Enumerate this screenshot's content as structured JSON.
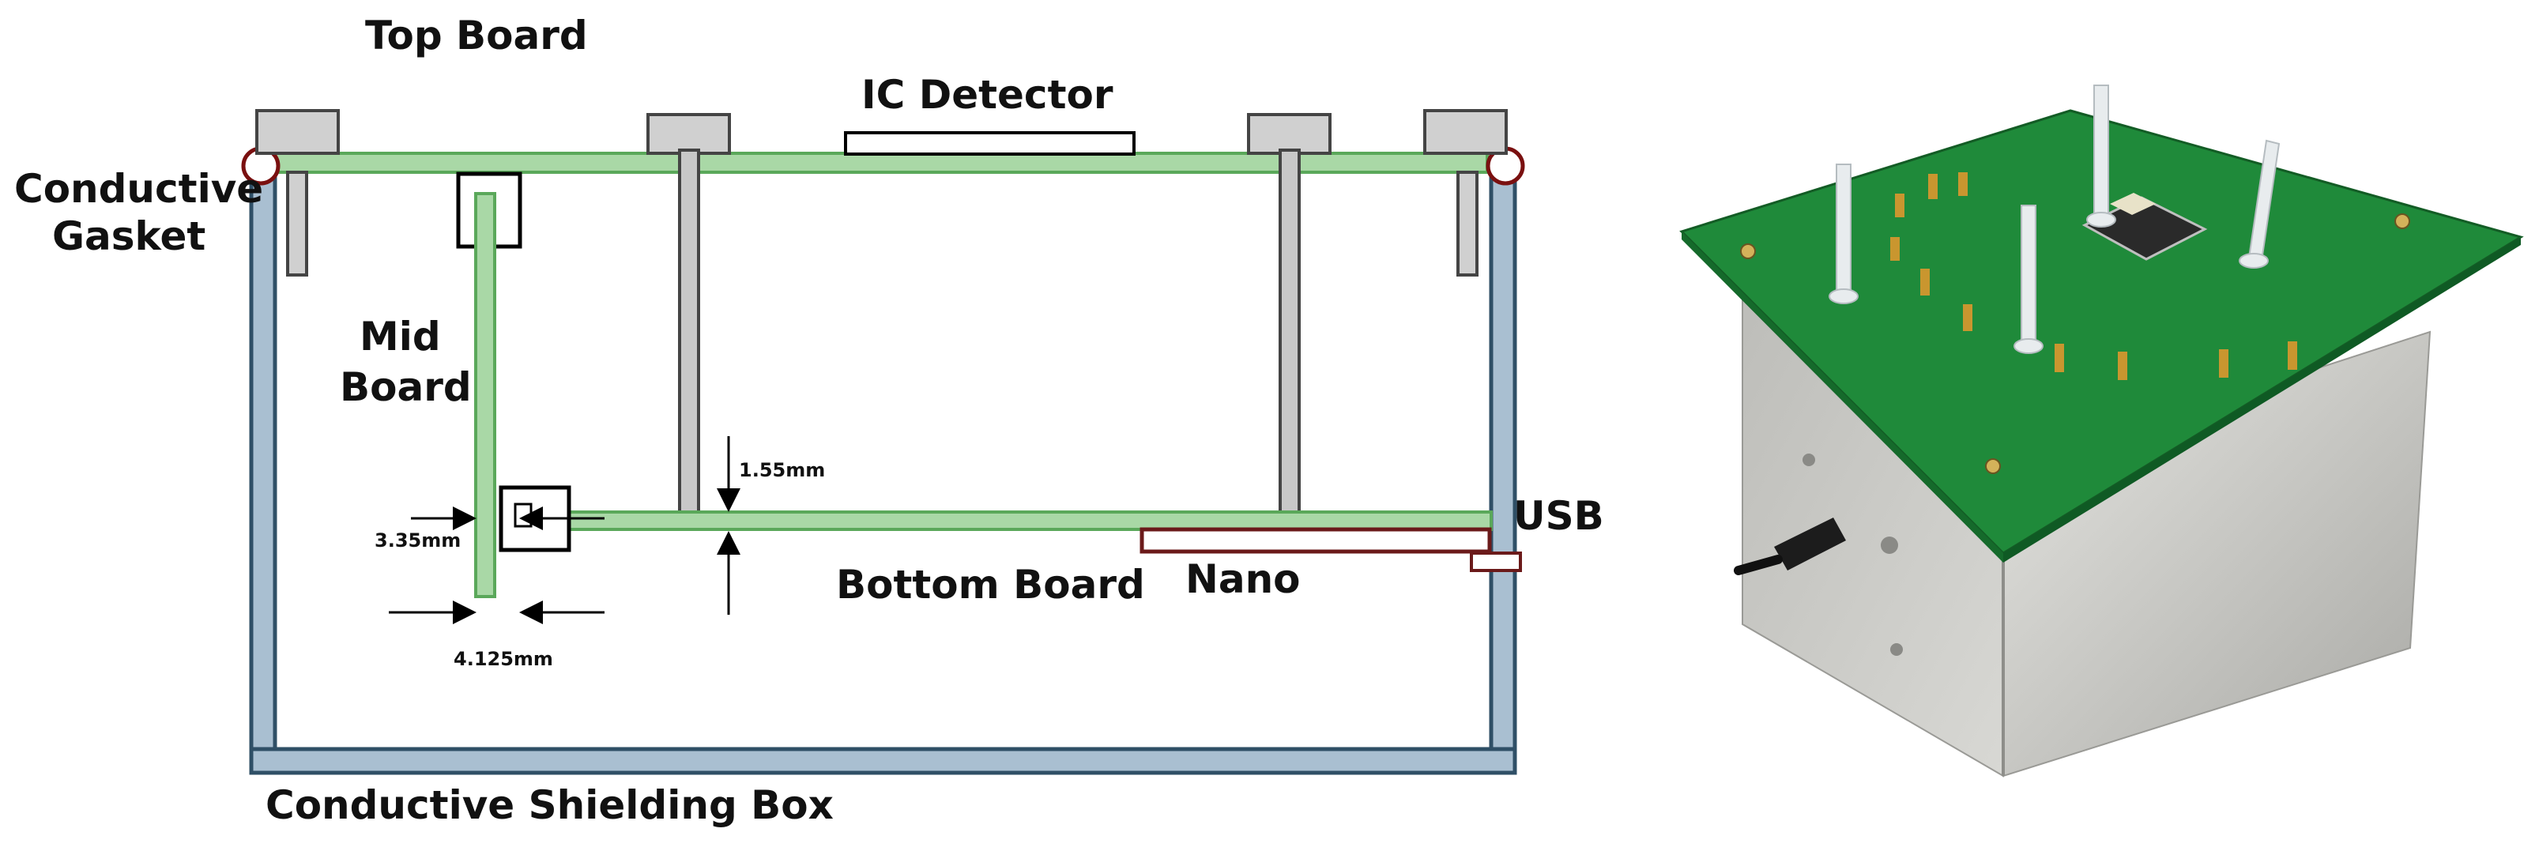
{
  "labels": {
    "top_board": "Top Board",
    "ic_detector": "IC Detector",
    "conductive": "Conductive",
    "gasket": "Gasket",
    "mid": "Mid",
    "board": "Board",
    "dim_155": "1.55mm",
    "usb": "USB",
    "dim_335": "3.35mm",
    "bottom_board": "Bottom Board",
    "nano": "Nano",
    "dim_4125": "4.125mm",
    "shielding_box": "Conductive Shielding Box"
  },
  "colors": {
    "board_green": "#a9d8a6",
    "board_green_edge": "#5aa85a",
    "box_steel": "#a9bfd1",
    "box_edge": "#2f4f66",
    "spacer_gray": "#c8c8c8",
    "standoff_cap": "#d0d0d0",
    "nano_outline": "#6b1a1a",
    "pcb_green": "#1f8a3a",
    "aluminum": "#c9c9c6"
  }
}
